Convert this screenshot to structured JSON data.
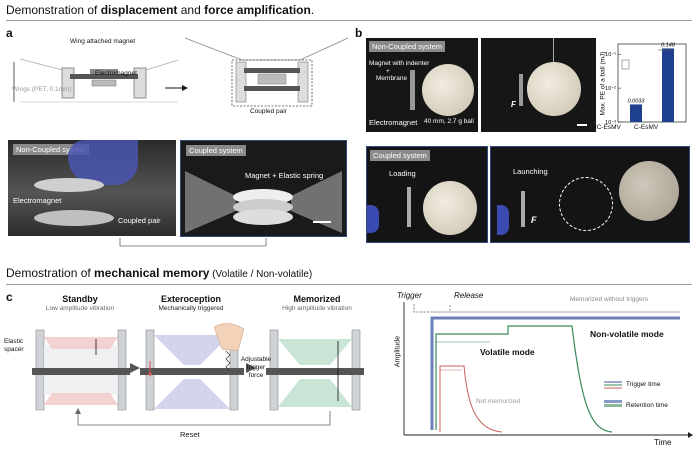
{
  "titles": {
    "top_prefix": "Demonstration of ",
    "top_b1": "displacement",
    "top_mid": " and ",
    "top_b2": "force amplification",
    "top_suffix": ".",
    "bottom_prefix": "Demostration of ",
    "bottom_b": "mechanical memory",
    "bottom_suffix": " (Volatile / Non-volatile)"
  },
  "panel_a": {
    "letter": "a",
    "wing_magnet": "Wing attached magnet",
    "electromagnet": "Electromagnet",
    "wings": "Wings (PET, 0.1mm)",
    "coupled_pair": "Coupled pair",
    "photo1_tag": "Non-Coupled system",
    "photo1_electromagnet": "Electromagnet",
    "photo1_coupled": "Coupled pair",
    "photo2_tag": "Coupled system",
    "photo2_label": "Magnet + Elastic spring"
  },
  "panel_b": {
    "letter": "b",
    "p1_tag": "Non-Coupled system",
    "magnet_indenter": "Magnet with indenter",
    "plus": "+",
    "membrane": "Membrane",
    "electromagnet": "Electromagnet",
    "ball": "40 mm, 2.7 g ball",
    "force": "F",
    "p3_tag": "Coupled system",
    "loading": "Loading",
    "launching": "Launching",
    "force2": "F"
  },
  "chart_data": {
    "type": "bar",
    "categories": [
      "NC-EsMV",
      "C-EsMV"
    ],
    "values": [
      0.0033,
      0.148
    ],
    "value_labels": [
      "0.0033",
      "0.148"
    ],
    "ylabel": "Max. PE of a ball (mJ)",
    "yscale": "log",
    "ylim": [
      0.001,
      0.2
    ],
    "yticks": [
      "10⁻¹",
      "10⁻²",
      "10⁻³"
    ],
    "color": "#1f3f8f"
  },
  "panel_c": {
    "letter": "c",
    "standby": "Standby",
    "standby_sub": "Low amplitude vibration",
    "extero": "Exteroception",
    "extero_sub": "Mechanically triggered",
    "memorized": "Memorized",
    "memorized_sub": "High amplitude vibration",
    "elastic": "Elastic",
    "spacer": "spacer",
    "adj1": "Adjustable",
    "adj2": "trigger",
    "adj3": "force",
    "reset": "Reset"
  },
  "plot_c": {
    "trigger": "Trigger",
    "release": "Release",
    "memorized_no_trig": "Memorized without triggers",
    "nonvolatile": "Non-volatile mode",
    "volatile": "Volatile mode",
    "not_memorized": "Not memorized",
    "legend_trigger": "Trigger time",
    "legend_retention": "Retention time",
    "ylabel": "Amplitude",
    "xlabel": "Time"
  },
  "colors": {
    "blue_bar": "#1f3f8f",
    "nonvolatile": "#3a55a0",
    "volatile": "#3a8a5a",
    "notmem": "#c8605c",
    "memorized_line": "#a6a6a6"
  }
}
